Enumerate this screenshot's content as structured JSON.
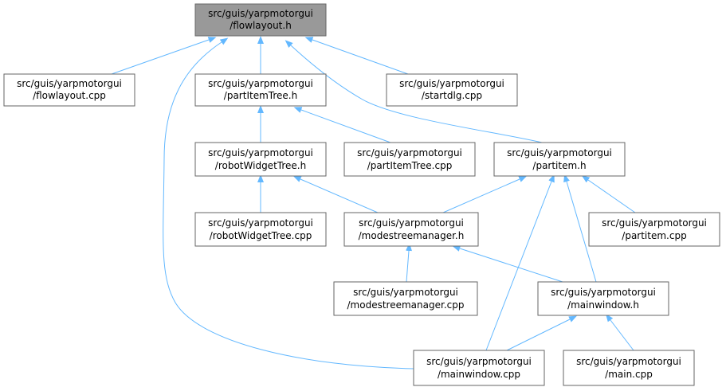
{
  "colors": {
    "edge": "#63b8ff",
    "node_border": "#666666",
    "node_fill": "#ffffff",
    "focus_fill": "#999999"
  },
  "nodes": {
    "flowlayout_h": {
      "line1": "src/guis/yarpmotorgui",
      "line2": "/flowlayout.h"
    },
    "flowlayout_cpp": {
      "line1": "src/guis/yarpmotorgui",
      "line2": "/flowlayout.cpp"
    },
    "partitemtree_h": {
      "line1": "src/guis/yarpmotorgui",
      "line2": "/partItemTree.h"
    },
    "startdlg_cpp": {
      "line1": "src/guis/yarpmotorgui",
      "line2": "/startdlg.cpp"
    },
    "robotwidgettree_h": {
      "line1": "src/guis/yarpmotorgui",
      "line2": "/robotWidgetTree.h"
    },
    "partitemtree_cpp": {
      "line1": "src/guis/yarpmotorgui",
      "line2": "/partItemTree.cpp"
    },
    "partitem_h": {
      "line1": "src/guis/yarpmotorgui",
      "line2": "/partitem.h"
    },
    "robotwidgettree_cpp": {
      "line1": "src/guis/yarpmotorgui",
      "line2": "/robotWidgetTree.cpp"
    },
    "modestreemanager_h": {
      "line1": "src/guis/yarpmotorgui",
      "line2": "/modestreemanager.h"
    },
    "partitem_cpp": {
      "line1": "src/guis/yarpmotorgui",
      "line2": "/partitem.cpp"
    },
    "modestreemanager_cpp": {
      "line1": "src/guis/yarpmotorgui",
      "line2": "/modestreemanager.cpp"
    },
    "mainwindow_h": {
      "line1": "src/guis/yarpmotorgui",
      "line2": "/mainwindow.h"
    },
    "mainwindow_cpp": {
      "line1": "src/guis/yarpmotorgui",
      "line2": "/mainwindow.cpp"
    },
    "main_cpp": {
      "line1": "src/guis/yarpmotorgui",
      "line2": "/main.cpp"
    }
  }
}
